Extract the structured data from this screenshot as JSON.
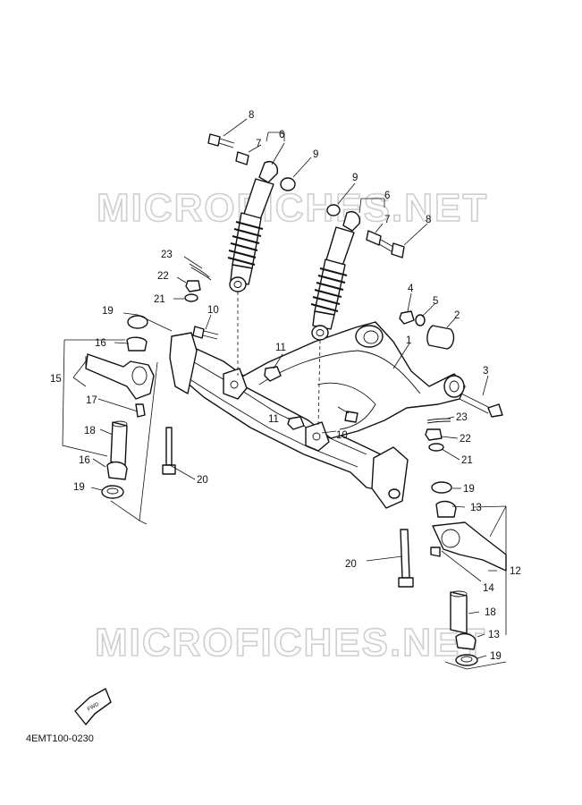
{
  "watermark": "MICROFICHES.NET",
  "diagram_code": "4EMT100-0230",
  "fwd_label": "FWD",
  "callouts": [
    {
      "id": "c8a",
      "text": "8"
    },
    {
      "id": "c6a",
      "text": "6"
    },
    {
      "id": "c7a",
      "text": "7"
    },
    {
      "id": "c9a",
      "text": "9"
    },
    {
      "id": "c9b",
      "text": "9"
    },
    {
      "id": "c6b",
      "text": "6"
    },
    {
      "id": "c7b",
      "text": "7"
    },
    {
      "id": "c8b",
      "text": "8"
    },
    {
      "id": "c23a",
      "text": "23"
    },
    {
      "id": "c22a",
      "text": "22"
    },
    {
      "id": "c21a",
      "text": "21"
    },
    {
      "id": "c10a",
      "text": "10"
    },
    {
      "id": "c19a",
      "text": "19"
    },
    {
      "id": "c16a",
      "text": "16"
    },
    {
      "id": "c15",
      "text": "15"
    },
    {
      "id": "c17",
      "text": "17"
    },
    {
      "id": "c18a",
      "text": "18"
    },
    {
      "id": "c16b",
      "text": "16"
    },
    {
      "id": "c19b",
      "text": "19"
    },
    {
      "id": "c20a",
      "text": "20"
    },
    {
      "id": "c11a",
      "text": "11"
    },
    {
      "id": "c11b",
      "text": "11"
    },
    {
      "id": "c10b",
      "text": "10"
    },
    {
      "id": "c4",
      "text": "4"
    },
    {
      "id": "c5",
      "text": "5"
    },
    {
      "id": "c2",
      "text": "2"
    },
    {
      "id": "c1",
      "text": "1"
    },
    {
      "id": "c3",
      "text": "3"
    },
    {
      "id": "c23b",
      "text": "23"
    },
    {
      "id": "c22b",
      "text": "22"
    },
    {
      "id": "c21b",
      "text": "21"
    },
    {
      "id": "c19c",
      "text": "19"
    },
    {
      "id": "c13a",
      "text": "13"
    },
    {
      "id": "c12",
      "text": "12"
    },
    {
      "id": "c20b",
      "text": "20"
    },
    {
      "id": "c14",
      "text": "14"
    },
    {
      "id": "c18b",
      "text": "18"
    },
    {
      "id": "c13b",
      "text": "13"
    },
    {
      "id": "c19d",
      "text": "19"
    }
  ]
}
